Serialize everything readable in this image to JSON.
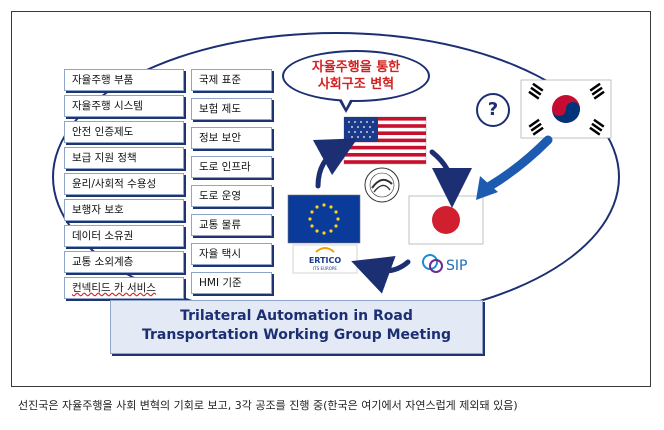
{
  "left_column": [
    "자율주행 부품",
    "자율주행 시스템",
    "안전 인증제도",
    "보급 지원 정책",
    "윤리/사회적 수용성",
    "보행자 보호",
    "데이터 소유권",
    "교통 소외계층",
    "컨넥티드 카 서비스"
  ],
  "right_column": [
    "국제 표준",
    "보험 제도",
    "정보 보안",
    "도로 인프라",
    "도로 운영",
    "교통 물류",
    "자율 택시",
    "HMI 기준"
  ],
  "bubble": {
    "line1": "자율주행을 통한",
    "line2": "사회구조 변혁"
  },
  "question_mark": "?",
  "logos": {
    "ertico": "ERTICO",
    "ertico_sub": "ITS EUROPE",
    "sip": "SIP"
  },
  "meeting_title": {
    "line1": "Trilateral Automation in Road",
    "line2": "Transportation Working Group Meeting"
  },
  "caption": "선진국은 자율주행을 사회 변혁의 기회로 보고, 3각 공조를 진행 중(한국은 여기에서 자연스럽게 제외돼 있음)",
  "colors": {
    "navy": "#1c2f73",
    "bubble_text": "#d42020",
    "box_border": "#8ea4c8",
    "title_fill": "#e3eaf6"
  }
}
